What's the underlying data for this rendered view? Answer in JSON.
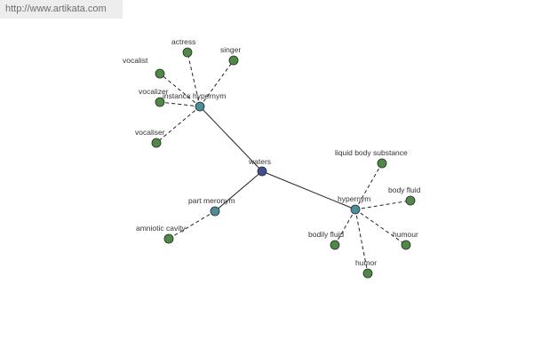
{
  "watermark": "http://www.artikata.com",
  "colors": {
    "root": "#3f4f93",
    "relation": "#4a8f98",
    "leaf": "#4e8a45",
    "node_stroke": "#2a2a2a",
    "edge": "#222222",
    "label": "#333333"
  },
  "graph": {
    "nodes": [
      {
        "id": "waters",
        "label": "waters",
        "kind": "root"
      },
      {
        "id": "instance_hypernym",
        "label": "instance hypernym",
        "kind": "relation"
      },
      {
        "id": "hypernym",
        "label": "hypernym",
        "kind": "relation"
      },
      {
        "id": "part_meronym",
        "label": "part meronym",
        "kind": "relation"
      },
      {
        "id": "vocalist",
        "label": "vocalist",
        "kind": "leaf"
      },
      {
        "id": "actress",
        "label": "actress",
        "kind": "leaf"
      },
      {
        "id": "singer",
        "label": "singer",
        "kind": "leaf"
      },
      {
        "id": "vocalizer",
        "label": "vocalizer",
        "kind": "leaf"
      },
      {
        "id": "vocaliser",
        "label": "vocaliser",
        "kind": "leaf"
      },
      {
        "id": "liquid_body_substance",
        "label": "liquid body substance",
        "kind": "leaf"
      },
      {
        "id": "body_fluid",
        "label": "body fluid",
        "kind": "leaf"
      },
      {
        "id": "bodily_fluid",
        "label": "bodily fluid",
        "kind": "leaf"
      },
      {
        "id": "humour",
        "label": "humour",
        "kind": "leaf"
      },
      {
        "id": "humor",
        "label": "humor",
        "kind": "leaf"
      },
      {
        "id": "amniotic_cavity",
        "label": "amniotic cavity",
        "kind": "leaf"
      }
    ],
    "edges": [
      {
        "from": "waters",
        "to": "instance_hypernym",
        "style": "solid"
      },
      {
        "from": "waters",
        "to": "hypernym",
        "style": "solid"
      },
      {
        "from": "waters",
        "to": "part_meronym",
        "style": "solid"
      },
      {
        "from": "instance_hypernym",
        "to": "vocalist",
        "style": "dashed"
      },
      {
        "from": "instance_hypernym",
        "to": "actress",
        "style": "dashed"
      },
      {
        "from": "instance_hypernym",
        "to": "singer",
        "style": "dashed"
      },
      {
        "from": "instance_hypernym",
        "to": "vocalizer",
        "style": "dashed"
      },
      {
        "from": "instance_hypernym",
        "to": "vocaliser",
        "style": "dashed"
      },
      {
        "from": "hypernym",
        "to": "liquid_body_substance",
        "style": "dashed"
      },
      {
        "from": "hypernym",
        "to": "body_fluid",
        "style": "dashed"
      },
      {
        "from": "hypernym",
        "to": "bodily_fluid",
        "style": "dashed"
      },
      {
        "from": "hypernym",
        "to": "humour",
        "style": "dashed"
      },
      {
        "from": "hypernym",
        "to": "humor",
        "style": "dashed"
      },
      {
        "from": "part_meronym",
        "to": "amniotic_cavity",
        "style": "dashed"
      }
    ]
  }
}
